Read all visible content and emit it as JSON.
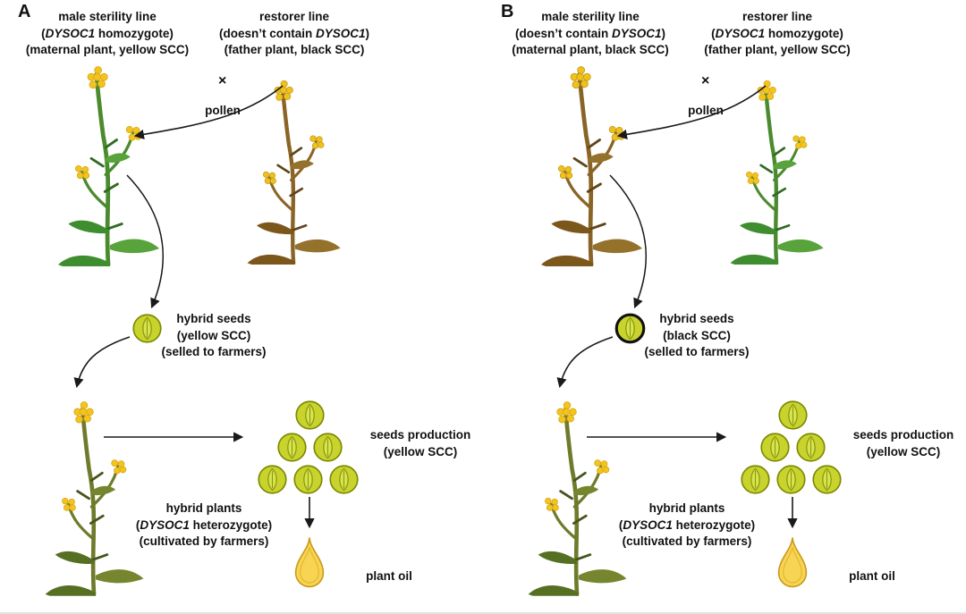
{
  "figure": {
    "type": "hybrid-breeding-scheme-diagram",
    "colors": {
      "background": "#ffffff",
      "seed_fill": "#c9d32e",
      "seed_outline": "#7a8a00",
      "black_scc_outline": "#111111",
      "oil_yellow": "#f7d453",
      "plant_green": "#3e8e2f",
      "plant_brown": "#7c571c",
      "flower_yellow": "#f2c41d",
      "arrow": "#1a1a1a",
      "text": "#111111"
    }
  },
  "panels": [
    {
      "label": "A",
      "maternal": {
        "title": "male sterility line",
        "genotype": {
          "pre": "(",
          "gene": "DYSOC1",
          "post": " homozygote)"
        },
        "role": "(maternal plant, yellow SCC)"
      },
      "restorer": {
        "title": "restorer line",
        "genotype": {
          "pre": "(doesn’t contain ",
          "gene": "DYSOC1",
          "post": ")"
        },
        "role": "(father plant, black SCC)"
      },
      "cross_symbol": "×",
      "pollen_label": "pollen",
      "hybrid_seeds": {
        "title": "hybrid seeds",
        "scc": "(yellow SCC)",
        "note": "(selled to farmers)"
      },
      "hybrid_plants": {
        "title": "hybrid plants",
        "genotype": {
          "pre": "(",
          "gene": "DYSOC1",
          "post": " heterozygote)"
        },
        "note": "(cultivated by farmers)"
      },
      "seeds_production": {
        "title": "seeds production",
        "scc": "(yellow SCC)"
      },
      "plant_oil_label": "plant oil"
    },
    {
      "label": "B",
      "maternal": {
        "title": "male sterility line",
        "genotype": {
          "pre": "(doesn’t contain ",
          "gene": "DYSOC1",
          "post": ")"
        },
        "role": "(maternal plant, black SCC)"
      },
      "restorer": {
        "title": "restorer line",
        "genotype": {
          "pre": "(",
          "gene": "DYSOC1",
          "post": " homozygote)"
        },
        "role": "(father plant, yellow SCC)"
      },
      "cross_symbol": "×",
      "pollen_label": "pollen",
      "hybrid_seeds": {
        "title": "hybrid seeds",
        "scc": "(black SCC)",
        "note": "(selled to farmers)"
      },
      "hybrid_plants": {
        "title": "hybrid plants",
        "genotype": {
          "pre": "(",
          "gene": "DYSOC1",
          "post": " heterozygote)"
        },
        "note": "(cultivated by farmers)"
      },
      "seeds_production": {
        "title": "seeds production",
        "scc": "(yellow SCC)"
      },
      "plant_oil_label": "plant oil"
    }
  ]
}
